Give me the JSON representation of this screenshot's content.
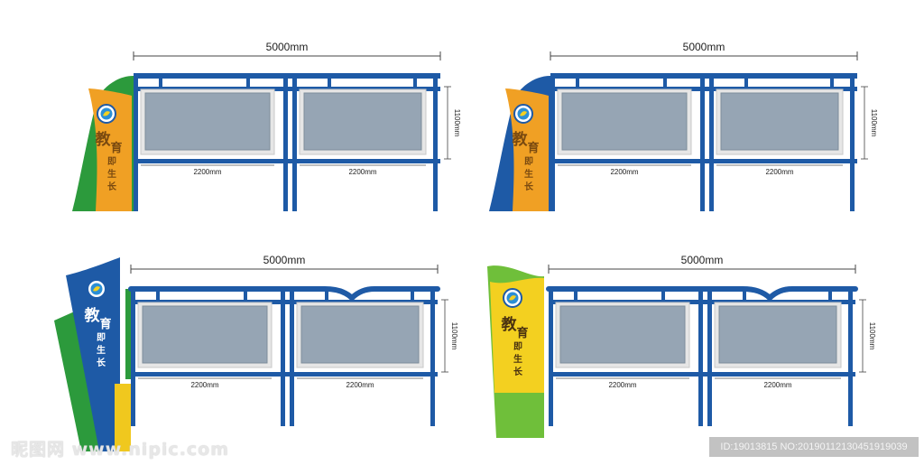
{
  "panels": [
    {
      "id": "top-left",
      "width_label": "5000mm",
      "height_label": "1100mm",
      "board_labels": [
        "2200mm",
        "2200mm"
      ],
      "sign_text": {
        "chars_big": [
          "教",
          "育"
        ],
        "chars_small": [
          "即",
          "生",
          "长"
        ]
      },
      "colors": {
        "frame": "#1e5aa6",
        "sign": "#f0a024",
        "sign_back": "#2c9a3c"
      }
    },
    {
      "id": "top-right",
      "width_label": "5000mm",
      "height_label": "1100mm",
      "board_labels": [
        "2200mm",
        "2200mm"
      ],
      "sign_text": {
        "chars_big": [
          "教",
          "育"
        ],
        "chars_small": [
          "即",
          "生",
          "长"
        ]
      },
      "colors": {
        "frame": "#1e5aa6",
        "sign": "#f0a024",
        "sign_back": "#1e5aa6"
      }
    },
    {
      "id": "bottom-left",
      "width_label": "5000mm",
      "height_label": "1100mm",
      "board_labels": [
        "2200mm",
        "2200mm"
      ],
      "sign_text": {
        "chars_big": [
          "教",
          "育"
        ],
        "chars_small": [
          "即",
          "生",
          "长"
        ]
      },
      "colors": {
        "frame": "#1e5aa6",
        "sign": "#1e5aa6",
        "sign_back": "#2c9a3c",
        "accent": "#f0c81e"
      }
    },
    {
      "id": "bottom-right",
      "width_label": "5000mm",
      "height_label": "1100mm",
      "board_labels": [
        "2200mm",
        "2200mm"
      ],
      "sign_text": {
        "chars_big": [
          "教",
          "育"
        ],
        "chars_small": [
          "即",
          "生",
          "长"
        ]
      },
      "colors": {
        "frame": "#1e5aa6",
        "sign": "#f3d020",
        "sign_back": "#6fbf3a"
      }
    }
  ],
  "watermark": {
    "site": "昵图网 www.nipic.com",
    "id_text": "ID:19013815 NO:20190112130451919039"
  },
  "board_color": "#96a5b4"
}
